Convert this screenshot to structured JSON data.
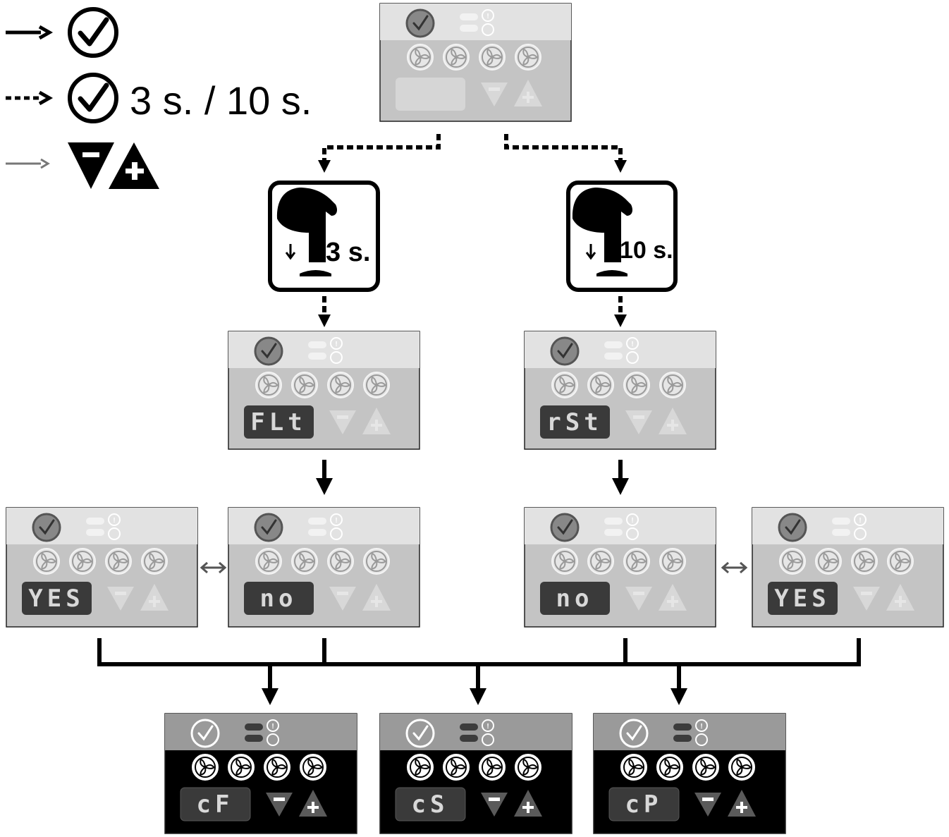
{
  "legend": [
    {
      "arrow": "solid-arrow",
      "action": "check-button",
      "label": ""
    },
    {
      "arrow": "dashed-arrow",
      "action": "check-button",
      "label": "3 s. / 10 s."
    },
    {
      "arrow": "thin-gray-arrow",
      "action": "minus-plus-buttons",
      "label": ""
    }
  ],
  "hold_cards": {
    "left": {
      "duration": "3 s."
    },
    "right": {
      "duration": "10 s."
    }
  },
  "panels": {
    "top": {
      "display": ""
    },
    "flt": {
      "display": "FLt"
    },
    "rst": {
      "display": "rSt"
    },
    "yes_left": {
      "display": "YES"
    },
    "no_left": {
      "display": "no"
    },
    "no_right": {
      "display": "no"
    },
    "yes_right": {
      "display": "YES"
    },
    "cf": {
      "display": "cF"
    },
    "cs": {
      "display": "cS"
    },
    "cp": {
      "display": "cP"
    }
  },
  "panel_colors": {
    "top_band_inactive": "#e2e2e2",
    "body_inactive": "#c4c4c4",
    "top_band_active": "#9a9a9a",
    "body_active": "#000000",
    "lcd": "#3a3a3a",
    "ok_button": "#888888"
  }
}
